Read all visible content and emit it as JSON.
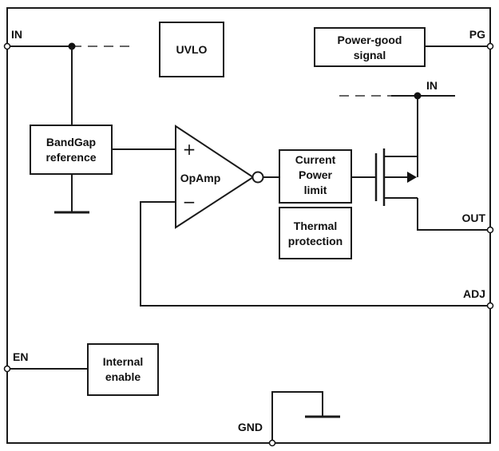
{
  "pins": {
    "in_left": "IN",
    "pg": "PG",
    "in_right": "IN",
    "out": "OUT",
    "adj": "ADJ",
    "en": "EN",
    "gnd": "GND"
  },
  "blocks": {
    "uvlo": "UVLO",
    "power_good": [
      "Power-good",
      "signal"
    ],
    "bandgap": [
      "BandGap",
      "reference"
    ],
    "opamp": "OpAmp",
    "opamp_plus": "+",
    "opamp_minus": "−",
    "current_limit": [
      "Current",
      "Power",
      "limit"
    ],
    "thermal": [
      "Thermal",
      "protection"
    ],
    "internal_enable": [
      "Internal",
      "enable"
    ]
  }
}
